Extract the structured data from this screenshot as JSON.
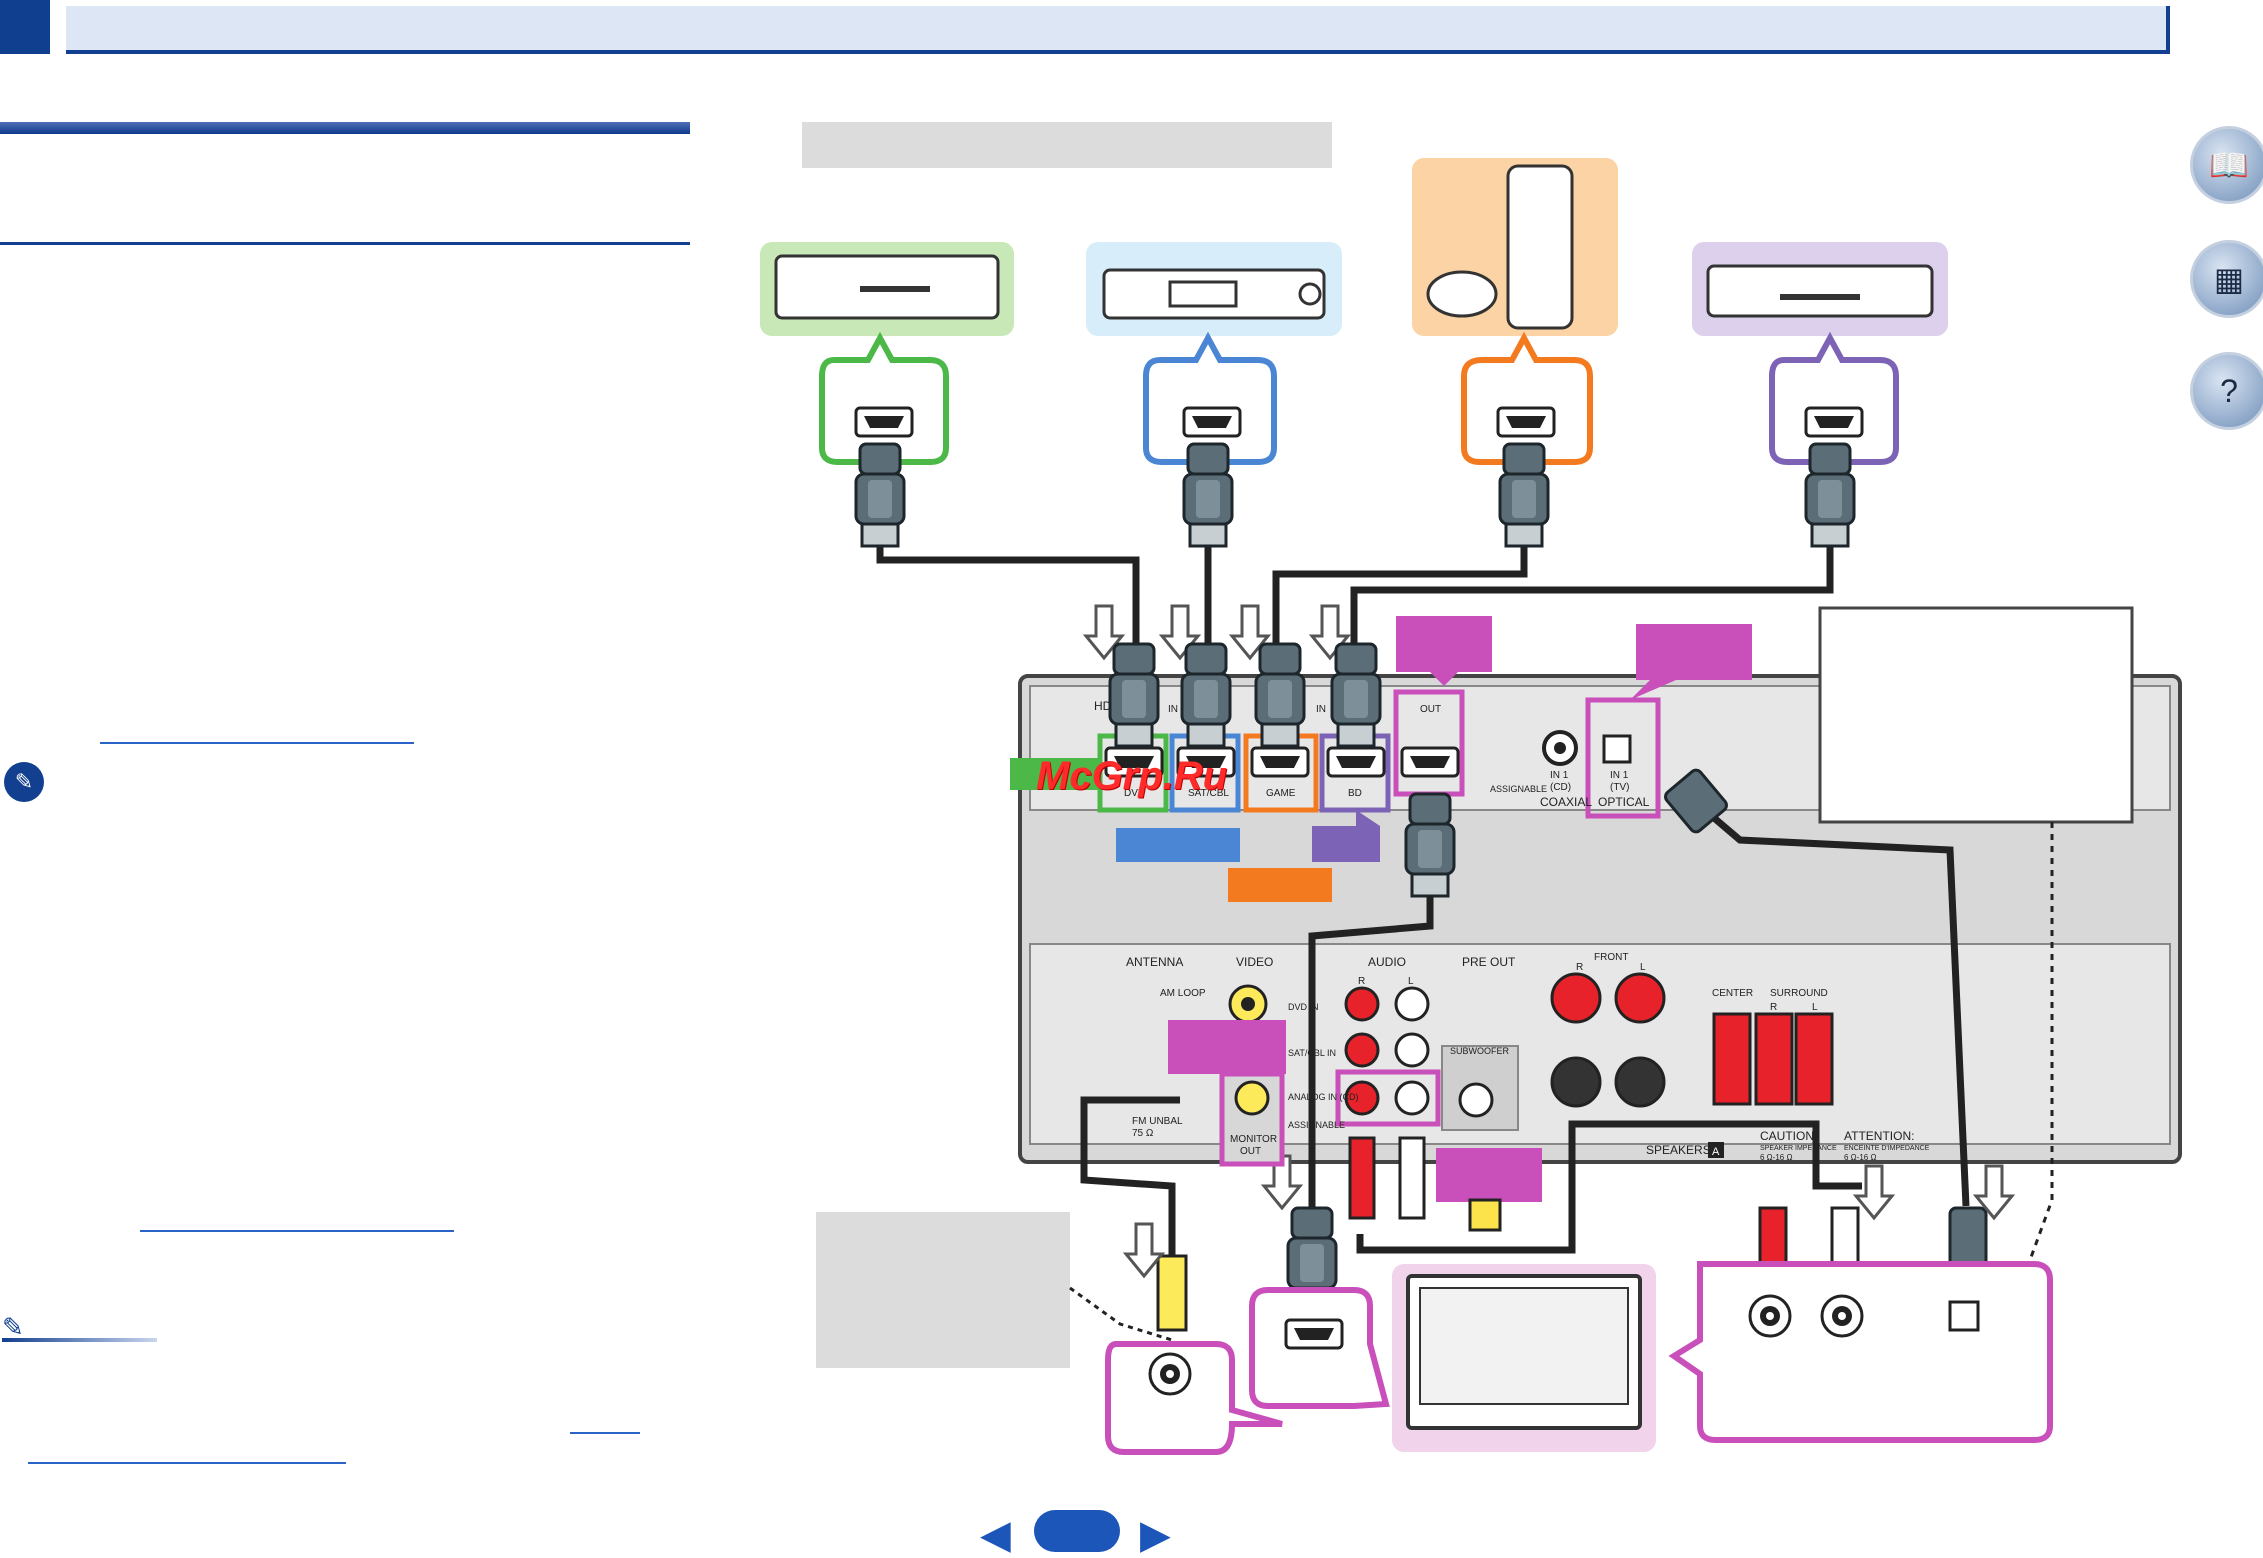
{
  "watermark": "McGrp.Ru",
  "rear_panel": {
    "hdmi_in_prefix": "HD",
    "hdmi_in_labels": [
      "IN",
      "IN"
    ],
    "port_dvd": "DVD",
    "port_sat": "SAT/CBL",
    "port_game": "GAME",
    "port_bd": "BD",
    "hdmi_out": "OUT",
    "assignable": "ASSIGNABLE",
    "coaxial_in": "IN 1",
    "coaxial_in_sub": "(CD)",
    "coaxial": "COAXIAL",
    "optical_in": "IN 1",
    "optical_in_sub": "(TV)",
    "optical": "OPTICAL",
    "antenna": "ANTENNA",
    "am_loop": "AM LOOP",
    "fm": "FM UNBAL",
    "fm_ohm": "75 Ω",
    "video": "VIDEO",
    "audio": "AUDIO",
    "audio_r": "R",
    "audio_l": "L",
    "dvd_in": "DVD IN",
    "sat_in": "SAT/CBL IN",
    "tv_in": "ANALOG IN (CD)",
    "assignable2": "ASSIGNABLE",
    "monitor_out": "MONITOR",
    "monitor_out2": "OUT",
    "pre_out": "PRE OUT",
    "subwoofer": "SUBWOOFER",
    "front": "FRONT",
    "front_r": "R",
    "front_l": "L",
    "center": "CENTER",
    "surround": "SURROUND",
    "surround_r": "R",
    "surround_l": "L",
    "speakers_a": "SPEAKERS",
    "speakers_a_badge": "A",
    "caution": "CAUTION:",
    "speaker_impedance": "SPEAKER IMPEDANCE",
    "caution_ohm": "6 Ω-16 Ω",
    "attention": "ATTENTION:",
    "attention_sub": "ENCEINTE D'IMPEDANCE",
    "attention_ohm": "6 Ω-16 Ω"
  },
  "colors": {
    "dvd": "#4cb848",
    "sat": "#4a86d4",
    "game": "#f47a20",
    "bd": "#7c63b6",
    "tv": "#c94fba",
    "cable": "#222222",
    "plug": "#5b6e78"
  }
}
